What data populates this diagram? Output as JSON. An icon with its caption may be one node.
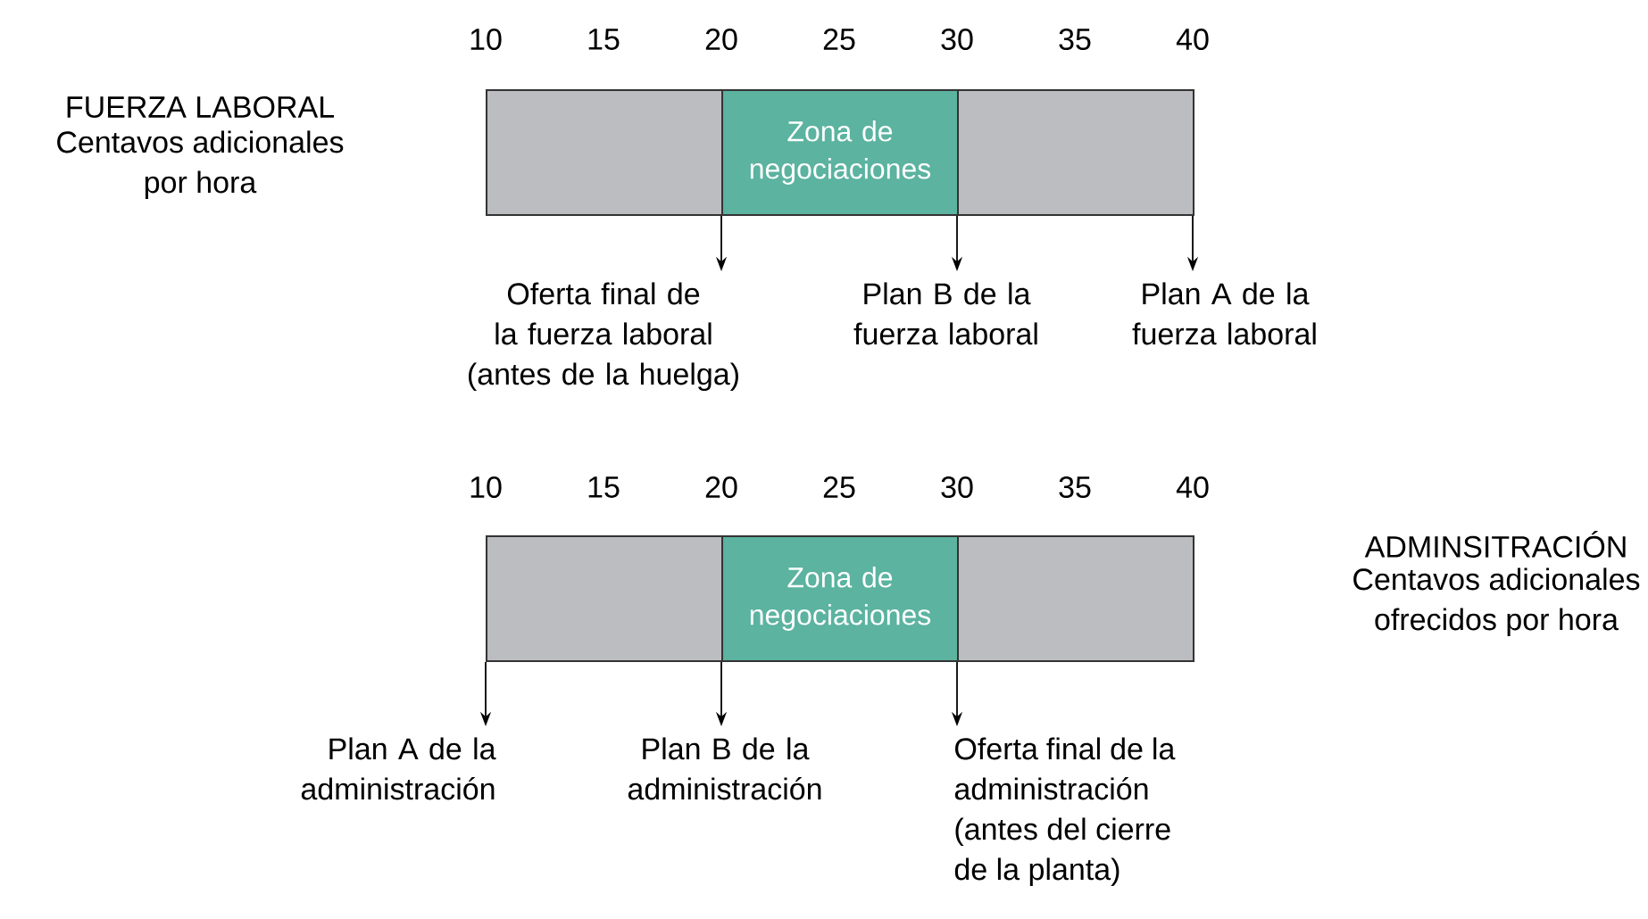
{
  "diagram": {
    "nodes": [
      {
        "text": [],
        "shape": "bar"
      },
      {
        "text": [
          "Zona de negociaciones"
        ],
        "in": 0
      },
      {
        "text": [
          "Oferta final de la fuerza laboral (antes de la huelga)"
        ]
      },
      {
        "text": [
          "Plan B de la fuerza laboral"
        ]
      },
      {
        "text": [
          "Plan A de la fuerza laboral"
        ]
      },
      {
        "text": [],
        "shape": "bar"
      },
      {
        "text": [
          "Zona de negociaciones"
        ],
        "in": 5
      },
      {
        "text": [
          "Plan A de la administración"
        ]
      },
      {
        "text": [
          "Plan B de la administración"
        ]
      },
      {
        "text": [
          "Oferta final de la administración (antes del cierre de la planta)"
        ]
      }
    ],
    "edges": [
      {
        "from": 0,
        "to": 2,
        "arrow": "to"
      },
      {
        "from": 0,
        "to": 3,
        "arrow": "to"
      },
      {
        "from": 0,
        "to": 4,
        "arrow": "to"
      },
      {
        "from": 5,
        "to": 7,
        "arrow": "to"
      },
      {
        "from": 5,
        "to": 8,
        "arrow": "to"
      },
      {
        "from": 5,
        "to": 9,
        "arrow": "to"
      }
    ],
    "labels": [
      "10",
      "15",
      "20",
      "25",
      "30",
      "35",
      "40",
      "FUERZA LABORAL",
      "Centavos adicionales por hora",
      "10",
      "15",
      "20",
      "25",
      "30",
      "35",
      "40",
      "ADMINSITRACIÓN",
      "Centavos adicionales ofrecidos por hora"
    ]
  }
}
